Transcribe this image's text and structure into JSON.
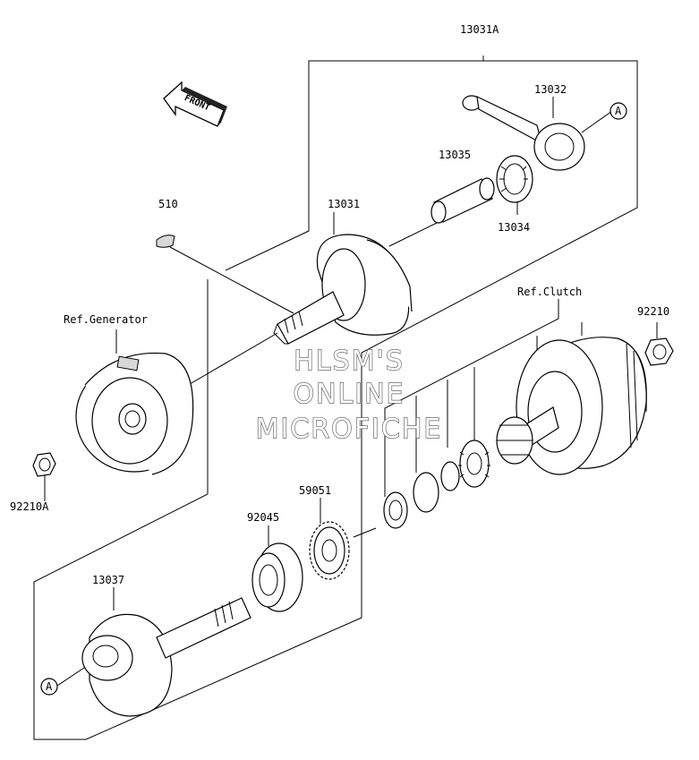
{
  "labels": {
    "p13031A": "13031A",
    "p13032": "13032",
    "pA1": "A",
    "p13035": "13035",
    "p13034": "13034",
    "p510": "510",
    "p13031": "13031",
    "refGenerator": "Ref.Generator",
    "refClutch": "Ref.Clutch",
    "p92210": "92210",
    "p92210A": "92210A",
    "p59051": "59051",
    "p92045": "92045",
    "p13037": "13037",
    "pA2": "A",
    "front": "FRONT"
  },
  "watermark": {
    "line1": "HLSM'S",
    "line2": "ONLINE",
    "line3": "MICROFICHE"
  }
}
